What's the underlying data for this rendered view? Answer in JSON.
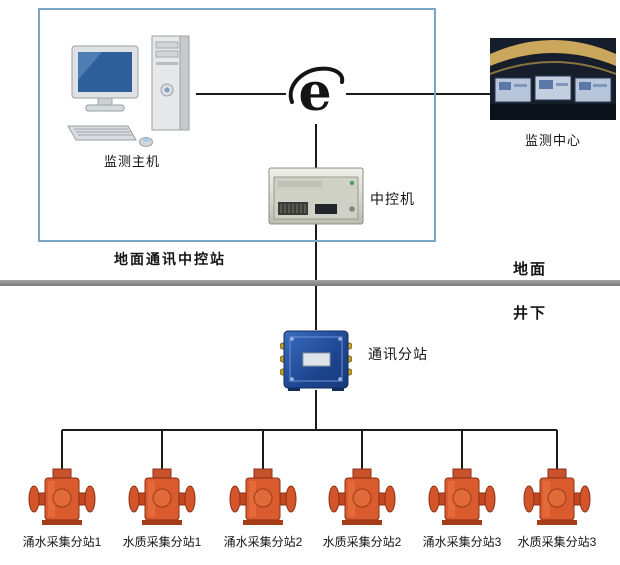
{
  "diagram": {
    "surface_station": {
      "label": "地面通讯中控站",
      "border_color": "#7ba7c9"
    },
    "nodes": {
      "monitor_host": {
        "label": "监测主机",
        "icon": "desktop-computer-icon"
      },
      "internet": {
        "icon": "internet-e-icon",
        "glyph": "e"
      },
      "monitor_center": {
        "label": "监测中心",
        "icon": "control-room-photo"
      },
      "central_control": {
        "label": "中控机",
        "icon": "rack-controller-icon"
      },
      "comm_substation": {
        "label": "通讯分站",
        "icon": "junction-box-icon"
      }
    },
    "zones": {
      "surface": "地面",
      "underground": "井下"
    },
    "collector_icon": "flanged-pipe-sensor-icon",
    "collectors": [
      {
        "label": "涌水采集分站1"
      },
      {
        "label": "水质采集分站1"
      },
      {
        "label": "涌水采集分站2"
      },
      {
        "label": "水质采集分站2"
      },
      {
        "label": "涌水采集分站3"
      },
      {
        "label": "水质采集分站3"
      }
    ],
    "colors": {
      "line": "#1a1a1a",
      "divider": "#8a8a8a",
      "boundary_blue": "#7ba7c9",
      "collector_orange": "#cc4e28",
      "substation_blue": "#2a5aa8"
    }
  }
}
